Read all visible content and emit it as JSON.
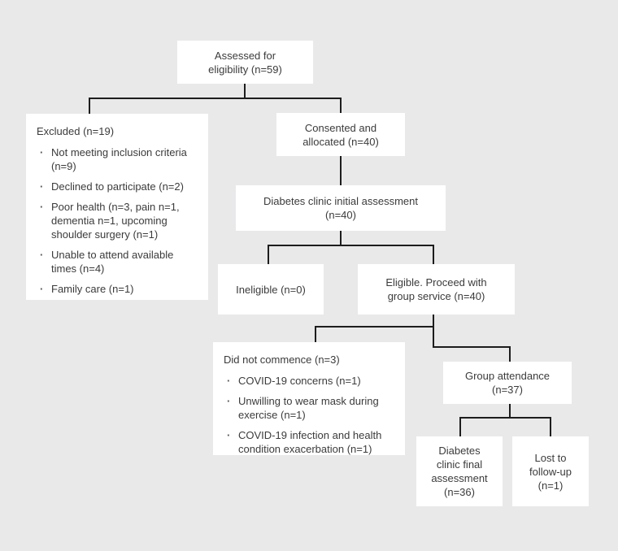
{
  "figure": {
    "type": "flow-diagram",
    "background_color": "#e9e9ea",
    "box_color": "#ffffff",
    "line_color": "#1d1d1d",
    "text_color": "#3b3b3b"
  },
  "boxes": {
    "assessed": {
      "text": "Assessed for\neligibility (n=59)"
    },
    "excluded": {
      "title": "Excluded (n=19)",
      "items": [
        "Not meeting inclusion criteria (n=9)",
        "Declined to participate (n=2)",
        "Poor health (n=3, pain n=1, dementia n=1, upcoming shoulder surgery (n=1)",
        "Unable to attend available times (n=4)",
        "Family care (n=1)"
      ]
    },
    "consented": {
      "text": "Consented and\nallocated (n=40)"
    },
    "initial_assessment": {
      "text": "Diabetes clinic initial assessment\n(n=40)"
    },
    "ineligible": {
      "text": "Ineligible (n=0)"
    },
    "eligible": {
      "text": "Eligible. Proceed with\ngroup service (n=40)"
    },
    "did_not_commence": {
      "title": "Did not commence (n=3)",
      "items": [
        "COVID-19 concerns (n=1)",
        "Unwilling to wear mask during exercise (n=1)",
        "COVID-19 infection and health condition exacerbation (n=1)"
      ]
    },
    "group_attendance": {
      "text": "Group attendance\n(n=37)"
    },
    "final_assessment": {
      "text": "Diabetes\nclinic final\nassessment\n(n=36)"
    },
    "lost_followup": {
      "text": "Lost to\nfollow-up\n(n=1)"
    }
  }
}
